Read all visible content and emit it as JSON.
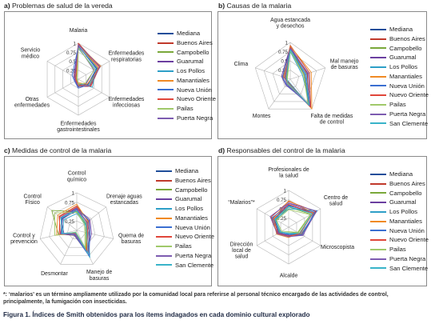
{
  "legend_colors": [
    "#1f4e9a",
    "#c0392b",
    "#7aa83a",
    "#6b3fa0",
    "#2e9fc7",
    "#f08a24",
    "#3b6fd1",
    "#e0463a",
    "#a0c96a",
    "#7d5bb0",
    "#39b3c9"
  ],
  "chart_data": [
    {
      "type": "radar",
      "panel_letter": "a)",
      "title": "Problemas de salud de la vereda",
      "categories": [
        "Malaria",
        "Enfermedades\nrespiratorias",
        "Enfermedades\ninfecciosas",
        "Enfermedades\ngastrointestinales",
        "Otras\nenfermedades",
        "Servicio\nmédico"
      ],
      "ticks": [
        "0.25",
        "0.5",
        "0.75",
        "1"
      ],
      "rmax": 1,
      "series": [
        {
          "name": "Mediana",
          "values": [
            0.93,
            0.58,
            0.3,
            0.15,
            0.05,
            0.08
          ]
        },
        {
          "name": "Buenos Aires",
          "values": [
            1.0,
            0.68,
            0.4,
            0.2,
            0.08,
            0.12
          ]
        },
        {
          "name": "Campobello",
          "values": [
            0.97,
            0.62,
            0.35,
            0.18,
            0.05,
            0.05
          ]
        },
        {
          "name": "Guarumal",
          "values": [
            0.9,
            0.5,
            0.25,
            0.22,
            0.1,
            0.15
          ]
        },
        {
          "name": "Los Pollos",
          "values": [
            0.85,
            0.55,
            0.45,
            0.12,
            0.04,
            0.1
          ]
        },
        {
          "name": "Manantiales",
          "values": [
            0.95,
            0.72,
            0.28,
            0.1,
            0.06,
            0.06
          ]
        },
        {
          "name": "Nueva Unión",
          "values": [
            0.92,
            0.6,
            0.32,
            0.25,
            0.12,
            0.2
          ]
        },
        {
          "name": "Nuevo Oriente",
          "values": [
            0.98,
            0.65,
            0.38,
            0.16,
            0.07,
            0.09
          ]
        },
        {
          "name": "Pailas",
          "values": [
            0.88,
            0.52,
            0.22,
            0.14,
            0.03,
            0.04
          ]
        },
        {
          "name": "Puerta Negra",
          "values": [
            0.96,
            0.7,
            0.36,
            0.2,
            0.09,
            0.11
          ]
        }
      ]
    },
    {
      "type": "radar",
      "panel_letter": "b)",
      "title": "Causas de la malaria",
      "categories": [
        "Agua estancada\ny desechos",
        "Mal manejo\nde basuras",
        "Falta de medidas\nde control",
        "Montes",
        "Clima"
      ],
      "ticks": [
        "0.25",
        "0.5",
        "0.75",
        "1"
      ],
      "rmax": 1,
      "series": [
        {
          "name": "Mediana",
          "values": [
            0.85,
            0.45,
            0.9,
            0.12,
            0.15
          ]
        },
        {
          "name": "Buenos Aires",
          "values": [
            0.92,
            0.55,
            0.95,
            0.1,
            0.2
          ]
        },
        {
          "name": "Campobello",
          "values": [
            0.8,
            0.4,
            0.85,
            0.15,
            0.1
          ]
        },
        {
          "name": "Guarumal",
          "values": [
            0.88,
            0.5,
            0.8,
            0.2,
            0.25
          ]
        },
        {
          "name": "Los Pollos",
          "values": [
            0.75,
            0.35,
            0.92,
            0.08,
            0.12
          ]
        },
        {
          "name": "Manantiales",
          "values": [
            0.9,
            0.6,
            1.0,
            0.12,
            0.18
          ]
        },
        {
          "name": "Nueva Unión",
          "values": [
            0.82,
            0.42,
            0.88,
            0.18,
            0.22
          ]
        },
        {
          "name": "Nuevo Oriente",
          "values": [
            0.86,
            0.48,
            0.93,
            0.1,
            0.14
          ]
        },
        {
          "name": "Pailas",
          "values": [
            0.78,
            0.38,
            0.82,
            0.14,
            0.08
          ]
        },
        {
          "name": "Puerta Negra",
          "values": [
            0.84,
            0.52,
            0.9,
            0.16,
            0.16
          ]
        },
        {
          "name": "San Clemente",
          "values": [
            0.8,
            0.46,
            0.87,
            0.12,
            0.12
          ]
        }
      ]
    },
    {
      "type": "radar",
      "panel_letter": "c)",
      "title": "Medidas de control de la malaria",
      "categories": [
        "Control\nquímico",
        "Drenaje aguas\nestancadas",
        "Quema de\nbasuras",
        "Manejo de\nbasuras",
        "Desmontar",
        "Control y\nprevención",
        "Control\nFísico"
      ],
      "ticks": [
        "0.25",
        "0.5",
        "0.75",
        "1"
      ],
      "rmax": 1,
      "series": [
        {
          "name": "Mediana",
          "values": [
            0.55,
            0.35,
            0.3,
            0.6,
            0.1,
            0.4,
            0.5
          ]
        },
        {
          "name": "Buenos Aires",
          "values": [
            0.65,
            0.4,
            0.35,
            0.7,
            0.15,
            0.45,
            0.6
          ]
        },
        {
          "name": "Campobello",
          "values": [
            0.5,
            0.3,
            0.25,
            0.55,
            0.08,
            0.5,
            0.85
          ]
        },
        {
          "name": "Guarumal",
          "values": [
            0.6,
            0.45,
            0.4,
            0.65,
            0.12,
            0.35,
            0.55
          ]
        },
        {
          "name": "Los Pollos",
          "values": [
            0.45,
            0.28,
            0.32,
            0.8,
            0.06,
            0.38,
            0.45
          ]
        },
        {
          "name": "Manantiales",
          "values": [
            0.7,
            0.38,
            0.28,
            0.58,
            0.1,
            0.55,
            0.65
          ]
        },
        {
          "name": "Nueva Unión",
          "values": [
            0.58,
            0.42,
            0.36,
            0.75,
            0.14,
            0.42,
            0.52
          ]
        },
        {
          "name": "Nuevo Oriente",
          "values": [
            0.62,
            0.34,
            0.3,
            0.62,
            0.09,
            0.48,
            0.58
          ]
        },
        {
          "name": "Pailas",
          "values": [
            0.48,
            0.26,
            0.22,
            0.5,
            0.05,
            0.6,
            0.75
          ]
        },
        {
          "name": "Puerta Negra",
          "values": [
            0.56,
            0.36,
            0.34,
            0.66,
            0.11,
            0.44,
            0.48
          ]
        },
        {
          "name": "San Clemente",
          "values": [
            0.52,
            0.32,
            0.27,
            0.7,
            0.07,
            0.4,
            0.54
          ]
        }
      ]
    },
    {
      "type": "radar",
      "panel_letter": "d)",
      "title": "Responsables del control de la malaria",
      "categories": [
        "Profesionales de\nla salud",
        "Centro de\nsalud",
        "Microscopista",
        "Alcalde",
        "Dirección\nlocal de\nsalud",
        "“Malarios”*"
      ],
      "ticks": [
        "0.25",
        "0.5",
        "0.75",
        "1"
      ],
      "rmax": 1,
      "series": [
        {
          "name": "Mediana",
          "values": [
            0.6,
            0.75,
            0.35,
            0.2,
            0.3,
            0.45
          ]
        },
        {
          "name": "Buenos Aires",
          "values": [
            0.7,
            0.85,
            0.4,
            0.25,
            0.35,
            0.55
          ]
        },
        {
          "name": "Campobello",
          "values": [
            0.55,
            0.7,
            0.3,
            0.15,
            0.28,
            0.4
          ]
        },
        {
          "name": "Guarumal",
          "values": [
            0.65,
            0.8,
            0.45,
            0.22,
            0.32,
            0.5
          ]
        },
        {
          "name": "Los Pollos",
          "values": [
            0.5,
            0.9,
            0.38,
            0.18,
            0.25,
            0.42
          ]
        },
        {
          "name": "Manantiales",
          "values": [
            0.72,
            0.78,
            0.33,
            0.28,
            0.38,
            0.48
          ]
        },
        {
          "name": "Nueva Unión",
          "values": [
            0.58,
            0.82,
            0.42,
            0.2,
            0.3,
            0.52
          ]
        },
        {
          "name": "Nuevo Oriente",
          "values": [
            0.62,
            0.76,
            0.36,
            0.24,
            0.34,
            0.46
          ]
        },
        {
          "name": "Pailas",
          "values": [
            0.48,
            0.68,
            0.28,
            0.12,
            0.22,
            0.38
          ]
        },
        {
          "name": "Puerta Negra",
          "values": [
            0.66,
            0.88,
            0.44,
            0.26,
            0.36,
            0.58
          ]
        },
        {
          "name": "San Clemente",
          "values": [
            0.56,
            0.74,
            0.34,
            0.16,
            0.26,
            0.44
          ]
        }
      ]
    }
  ],
  "footnote": "*: ‘malarios’ es un término ampliamente utilizado por la comunidad local para referirse al personal técnico encargado de las actividades de control, principalmente, la fumigación con insecticidas.",
  "caption": "Figura 1. Índices de Smith obtenidos para los ítems indagados en cada dominio cultural explorado"
}
